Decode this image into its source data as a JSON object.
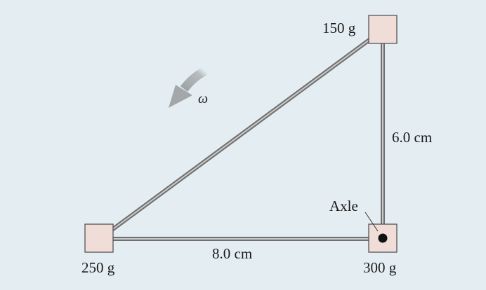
{
  "diagram": {
    "masses": {
      "top_right": "150 g",
      "bottom_left": "250 g",
      "bottom_right": "300 g"
    },
    "dimensions": {
      "vertical": "6.0 cm",
      "horizontal": "8.0 cm"
    },
    "axle_label": "Axle",
    "rotation_symbol": "ω"
  },
  "colors": {
    "background": "#e4eef2",
    "mass_fill": "#f0ddd8",
    "mass_stroke": "#555555",
    "rod_outer": "#6f6f6f",
    "rod_inner": "#c9c9c9",
    "arrow": "#a9adaf"
  }
}
